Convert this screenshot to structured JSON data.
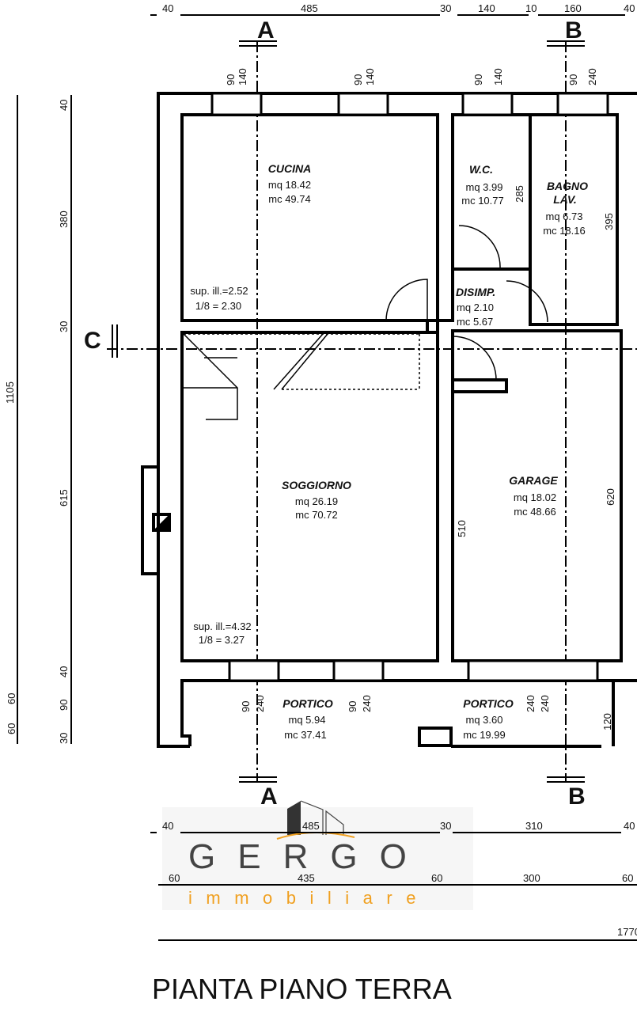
{
  "plan": {
    "title": "PIANTA PIANO TERRA",
    "sections": {
      "a_top": "A",
      "b_top": "B",
      "a_bottom": "A",
      "b_bottom": "B",
      "c": "C"
    },
    "top_dims": [
      "40",
      "485",
      "30",
      "140",
      "10",
      "160",
      "40"
    ],
    "window_dims_top": [
      [
        "90",
        "140"
      ],
      [
        "90",
        "140"
      ],
      [
        "90",
        "140"
      ],
      [
        "90",
        "240"
      ]
    ],
    "left_dims": [
      "40",
      "380",
      "30",
      "615",
      "40",
      "90",
      "30"
    ],
    "left_total": "1105",
    "left_outer": [
      "60",
      "60"
    ],
    "bottom_dims_1": [
      "40",
      "485",
      "30",
      "310",
      "40"
    ],
    "bottom_dims_2": [
      "60",
      "435",
      "60",
      "300",
      "60"
    ],
    "bottom_total": "1770",
    "window_dims_bottom": [
      [
        "90",
        "240"
      ],
      [
        "90",
        "240"
      ],
      [
        "240",
        "240"
      ]
    ],
    "rooms": {
      "cucina": {
        "name": "CUCINA",
        "mq": "mq  18.42",
        "mc": "mc  49.74",
        "ill": "sup. ill.=2.52",
        "ratio": "1/8 = 2.30"
      },
      "wc": {
        "name": "W.C.",
        "mq": "mq  3.99",
        "mc": "mc  10.77",
        "h": "285"
      },
      "bagno": {
        "name": "BAGNO",
        "name2": "LAV.",
        "mq": "mq  6.73",
        "mc": "mc  18.16",
        "h": "395"
      },
      "disimp": {
        "name": "DISIMP.",
        "mq": "mq  2.10",
        "mc": "mc  5.67"
      },
      "soggiorno": {
        "name": "SOGGIORNO",
        "mq": "mq  26.19",
        "mc": "mc  70.72",
        "ill": "sup. ill.=4.32",
        "ratio": "1/8 = 3.27"
      },
      "garage": {
        "name": "GARAGE",
        "mq": "mq  18.02",
        "mc": "mc  48.66",
        "h1": "510",
        "h2": "620"
      },
      "portico1": {
        "name": "PORTICO",
        "mq": "mq  5.94",
        "mc": "mc  37.41"
      },
      "portico2": {
        "name": "PORTICO",
        "mq": "mq  3.60",
        "mc": "mc  19.99",
        "h": "120"
      }
    }
  },
  "logo": {
    "name": "GERGO",
    "tagline": "immobiliare",
    "dark": "#444444",
    "accent": "#f0a020"
  }
}
